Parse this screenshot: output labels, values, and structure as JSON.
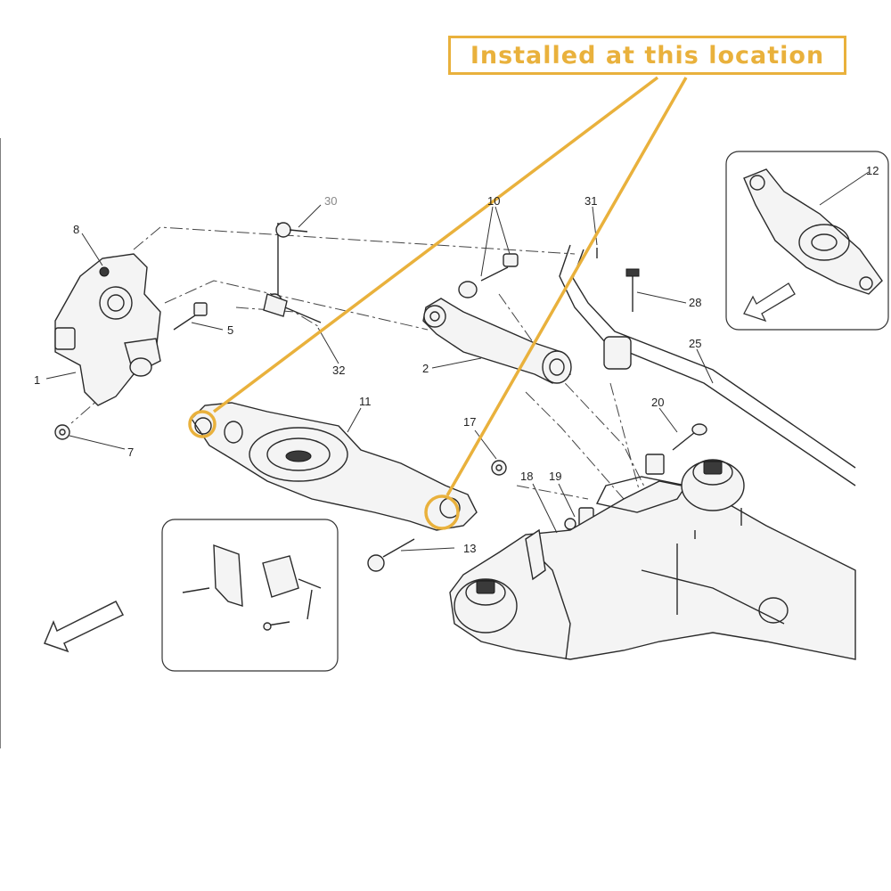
{
  "callout": {
    "text": "Installed at this location",
    "color": "#e9b13c"
  },
  "parts": [
    {
      "id": "p1",
      "label": "1"
    },
    {
      "id": "p2",
      "label": "2"
    },
    {
      "id": "p5",
      "label": "5"
    },
    {
      "id": "p7",
      "label": "7"
    },
    {
      "id": "p8",
      "label": "8"
    },
    {
      "id": "p10",
      "label": "10"
    },
    {
      "id": "p11",
      "label": "11"
    },
    {
      "id": "p12",
      "label": "12"
    },
    {
      "id": "p13",
      "label": "13"
    },
    {
      "id": "p17",
      "label": "17"
    },
    {
      "id": "p18",
      "label": "18"
    },
    {
      "id": "p19",
      "label": "19"
    },
    {
      "id": "p20",
      "label": "20"
    },
    {
      "id": "p25",
      "label": "25"
    },
    {
      "id": "p28",
      "label": "28"
    },
    {
      "id": "p30",
      "label": "30"
    },
    {
      "id": "p31",
      "label": "31"
    },
    {
      "id": "p32",
      "label": "32"
    }
  ],
  "icons": {
    "direction_arrow": "direction-arrow-icon",
    "highlight_ring": "highlight-ring-icon"
  }
}
